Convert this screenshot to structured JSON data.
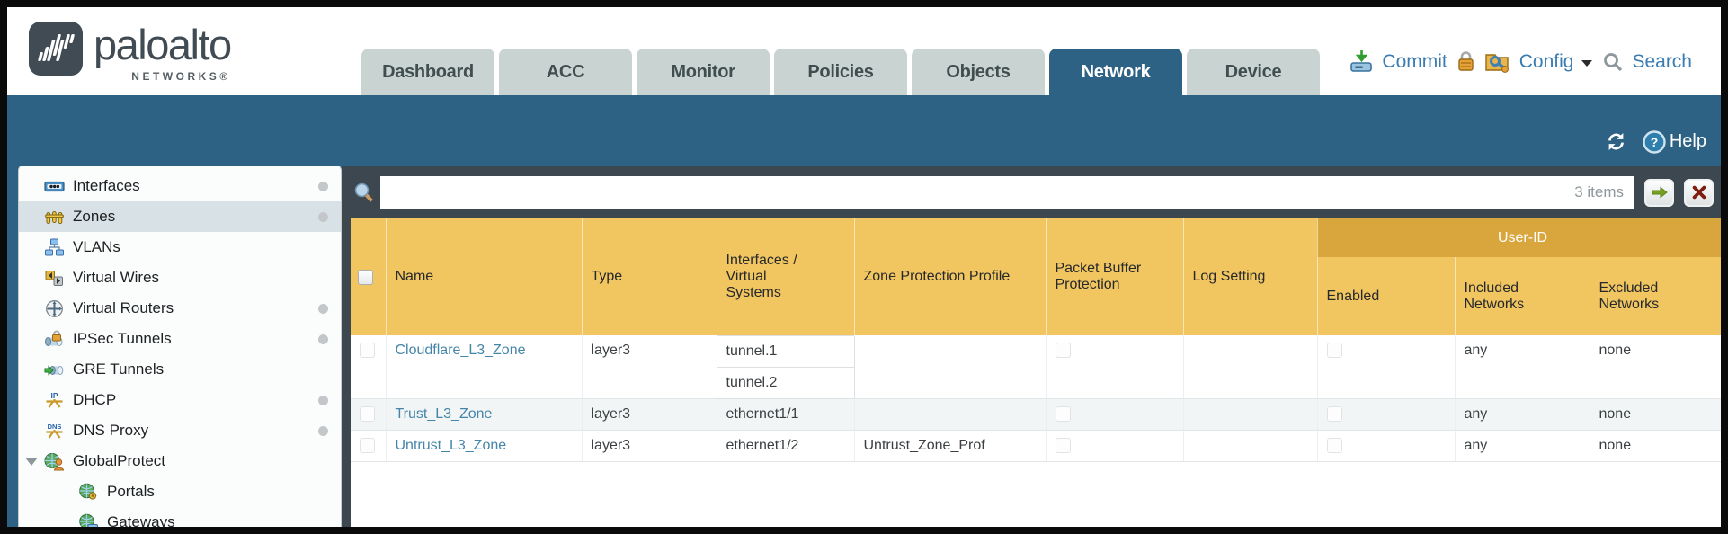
{
  "header": {
    "logo": {
      "brand": "paloalto",
      "sub": "NETWORKS®"
    },
    "tabs": [
      {
        "label": "Dashboard",
        "active": false
      },
      {
        "label": "ACC",
        "active": false
      },
      {
        "label": "Monitor",
        "active": false
      },
      {
        "label": "Policies",
        "active": false
      },
      {
        "label": "Objects",
        "active": false
      },
      {
        "label": "Network",
        "active": true
      },
      {
        "label": "Device",
        "active": false
      }
    ],
    "actions": {
      "commit": "Commit",
      "config": "Config",
      "search": "Search"
    }
  },
  "banner": {
    "help": "Help"
  },
  "sidebar": {
    "items": [
      {
        "label": "Interfaces",
        "icon": "interfaces-icon",
        "dot": true,
        "selected": false,
        "child": false,
        "expander": false
      },
      {
        "label": "Zones",
        "icon": "zones-icon",
        "dot": true,
        "selected": true,
        "child": false,
        "expander": false
      },
      {
        "label": "VLANs",
        "icon": "vlans-icon",
        "dot": false,
        "selected": false,
        "child": false,
        "expander": false
      },
      {
        "label": "Virtual Wires",
        "icon": "virtual-wires-icon",
        "dot": false,
        "selected": false,
        "child": false,
        "expander": false
      },
      {
        "label": "Virtual Routers",
        "icon": "virtual-routers-icon",
        "dot": true,
        "selected": false,
        "child": false,
        "expander": false
      },
      {
        "label": "IPSec Tunnels",
        "icon": "ipsec-tunnels-icon",
        "dot": true,
        "selected": false,
        "child": false,
        "expander": false
      },
      {
        "label": "GRE Tunnels",
        "icon": "gre-tunnels-icon",
        "dot": false,
        "selected": false,
        "child": false,
        "expander": false
      },
      {
        "label": "DHCP",
        "icon": "dhcp-icon",
        "dot": true,
        "selected": false,
        "child": false,
        "expander": false
      },
      {
        "label": "DNS Proxy",
        "icon": "dns-proxy-icon",
        "dot": true,
        "selected": false,
        "child": false,
        "expander": false
      },
      {
        "label": "GlobalProtect",
        "icon": "globalprotect-icon",
        "dot": false,
        "selected": false,
        "child": false,
        "expander": true
      },
      {
        "label": "Portals",
        "icon": "portals-icon",
        "dot": false,
        "selected": false,
        "child": true,
        "expander": false
      },
      {
        "label": "Gateways",
        "icon": "gateways-icon",
        "dot": false,
        "selected": false,
        "child": true,
        "expander": false
      }
    ]
  },
  "toolbar": {
    "count": "3 items"
  },
  "table": {
    "group_header": "User-ID",
    "columns": [
      "Name",
      "Type",
      "Interfaces / Virtual Systems",
      "Zone Protection Profile",
      "Packet Buffer Protection",
      "Log Setting",
      "Enabled",
      "Included Networks",
      "Excluded Networks"
    ],
    "rows": [
      {
        "name": "Cloudflare_L3_Zone",
        "type": "layer3",
        "interfaces": [
          "tunnel.1",
          "tunnel.2"
        ],
        "zone_protection_profile": "",
        "packet_buffer_protection": false,
        "log_setting": "",
        "enabled": false,
        "included_networks": "any",
        "excluded_networks": "none"
      },
      {
        "name": "Trust_L3_Zone",
        "type": "layer3",
        "interfaces": [
          "ethernet1/1"
        ],
        "zone_protection_profile": "",
        "packet_buffer_protection": false,
        "log_setting": "",
        "enabled": false,
        "included_networks": "any",
        "excluded_networks": "none"
      },
      {
        "name": "Untrust_L3_Zone",
        "type": "layer3",
        "interfaces": [
          "ethernet1/2"
        ],
        "zone_protection_profile": "Untrust_Zone_Prof",
        "packet_buffer_protection": false,
        "log_setting": "",
        "enabled": false,
        "included_networks": "any",
        "excluded_networks": "none"
      }
    ]
  },
  "colors": {
    "banner_blue": "#2d6284",
    "content_dark": "#3d474f",
    "header_yellow": "#f1c55f",
    "userid_gold": "#d8a63c",
    "link_blue": "#4585a9"
  }
}
